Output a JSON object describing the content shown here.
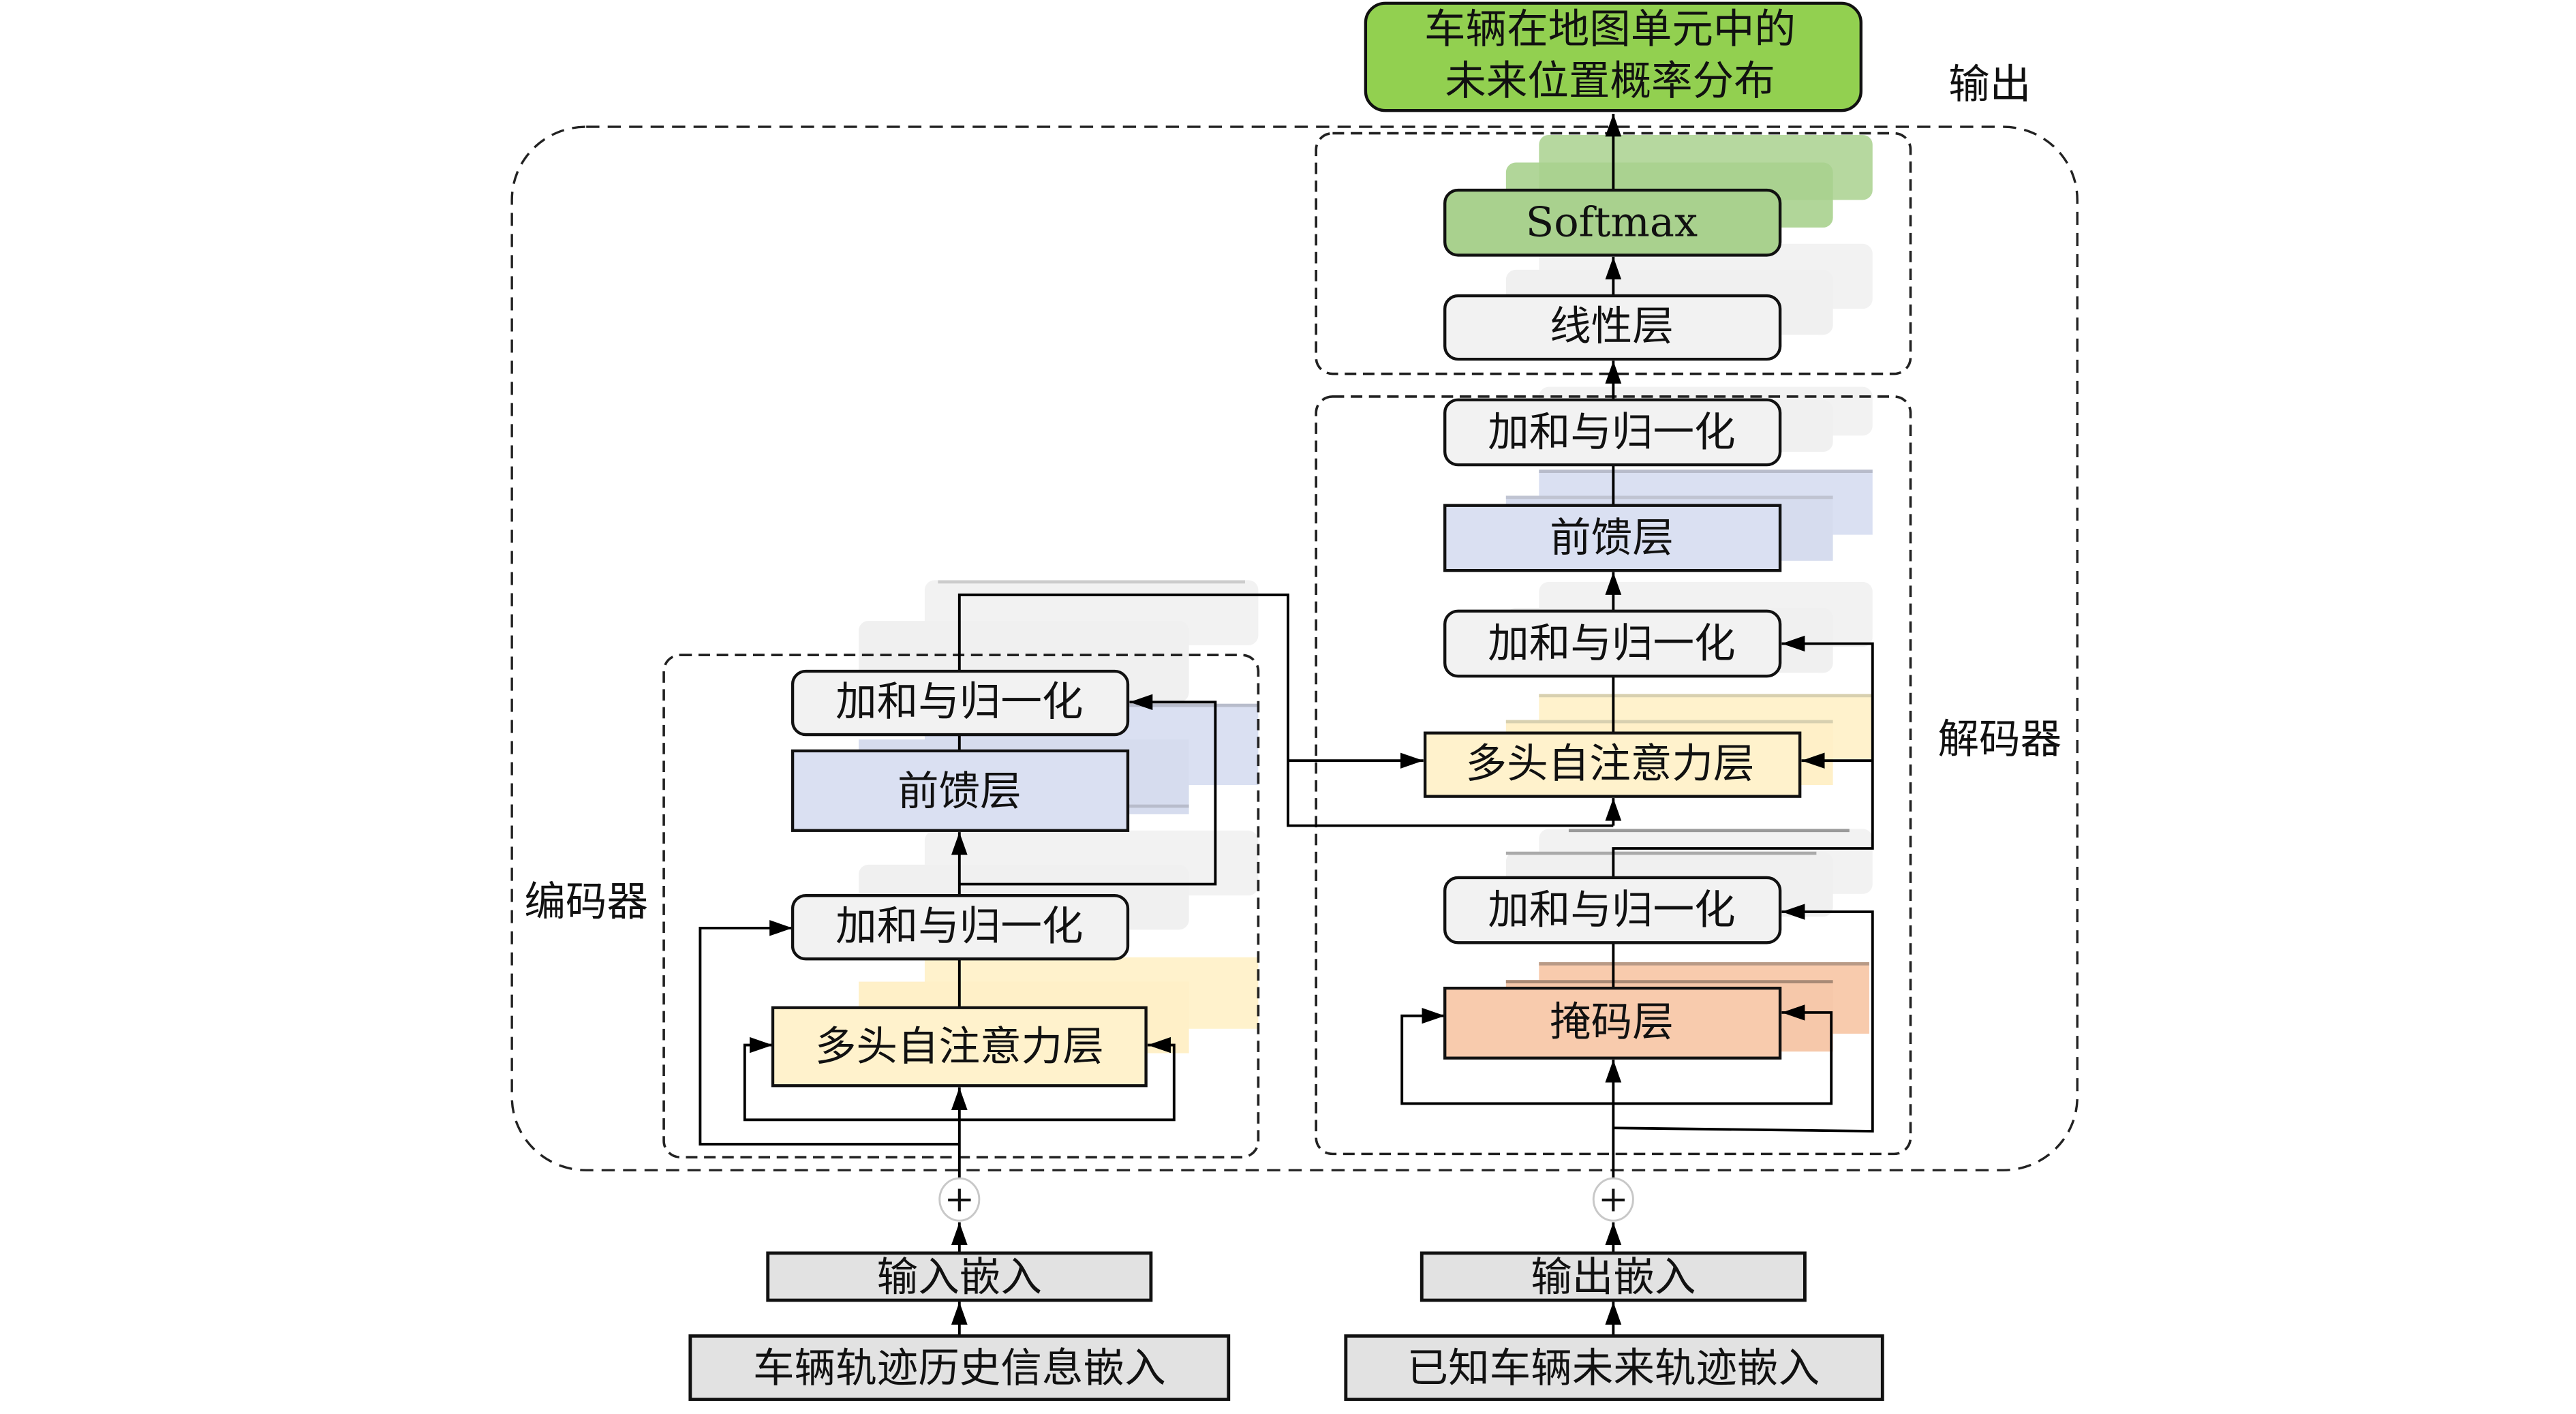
{
  "colors": {
    "output_green": "#92d050",
    "softmax_green": "#a9d18e",
    "norm_gray": "#f2f2f2",
    "feedforward_blue": "#dae0f2",
    "attention_yellow": "#fff2cc",
    "mask_orange": "#f8cbad",
    "embed_gray": "#e2e2e2",
    "shadow_gray": "#f0f0f0"
  },
  "output": {
    "box_line1": "车辆在地图单元中的",
    "box_line2": "未来位置概率分布",
    "side_label": "输出",
    "softmax_label": "Softmax",
    "linear_label": "线性层"
  },
  "encoder": {
    "side_label": "编码器",
    "norm_top_label": "加和与归一化",
    "feedforward_label": "前馈层",
    "norm_bottom_label": "加和与归一化",
    "attention_label": "多头自注意力层"
  },
  "decoder": {
    "side_label": "解码器",
    "norm_top_label": "加和与归一化",
    "feedforward_label": "前馈层",
    "norm_mid_label": "加和与归一化",
    "attention_label": "多头自注意力层",
    "norm_bottom_label": "加和与归一化",
    "mask_label": "掩码层"
  },
  "inputs": {
    "plus_symbol": "+",
    "input_embedding_label": "输入嵌入",
    "output_embedding_label": "输出嵌入",
    "history_embedding_label": "车辆轨迹历史信息嵌入",
    "future_embedding_label": "已知车辆未来轨迹嵌入"
  }
}
